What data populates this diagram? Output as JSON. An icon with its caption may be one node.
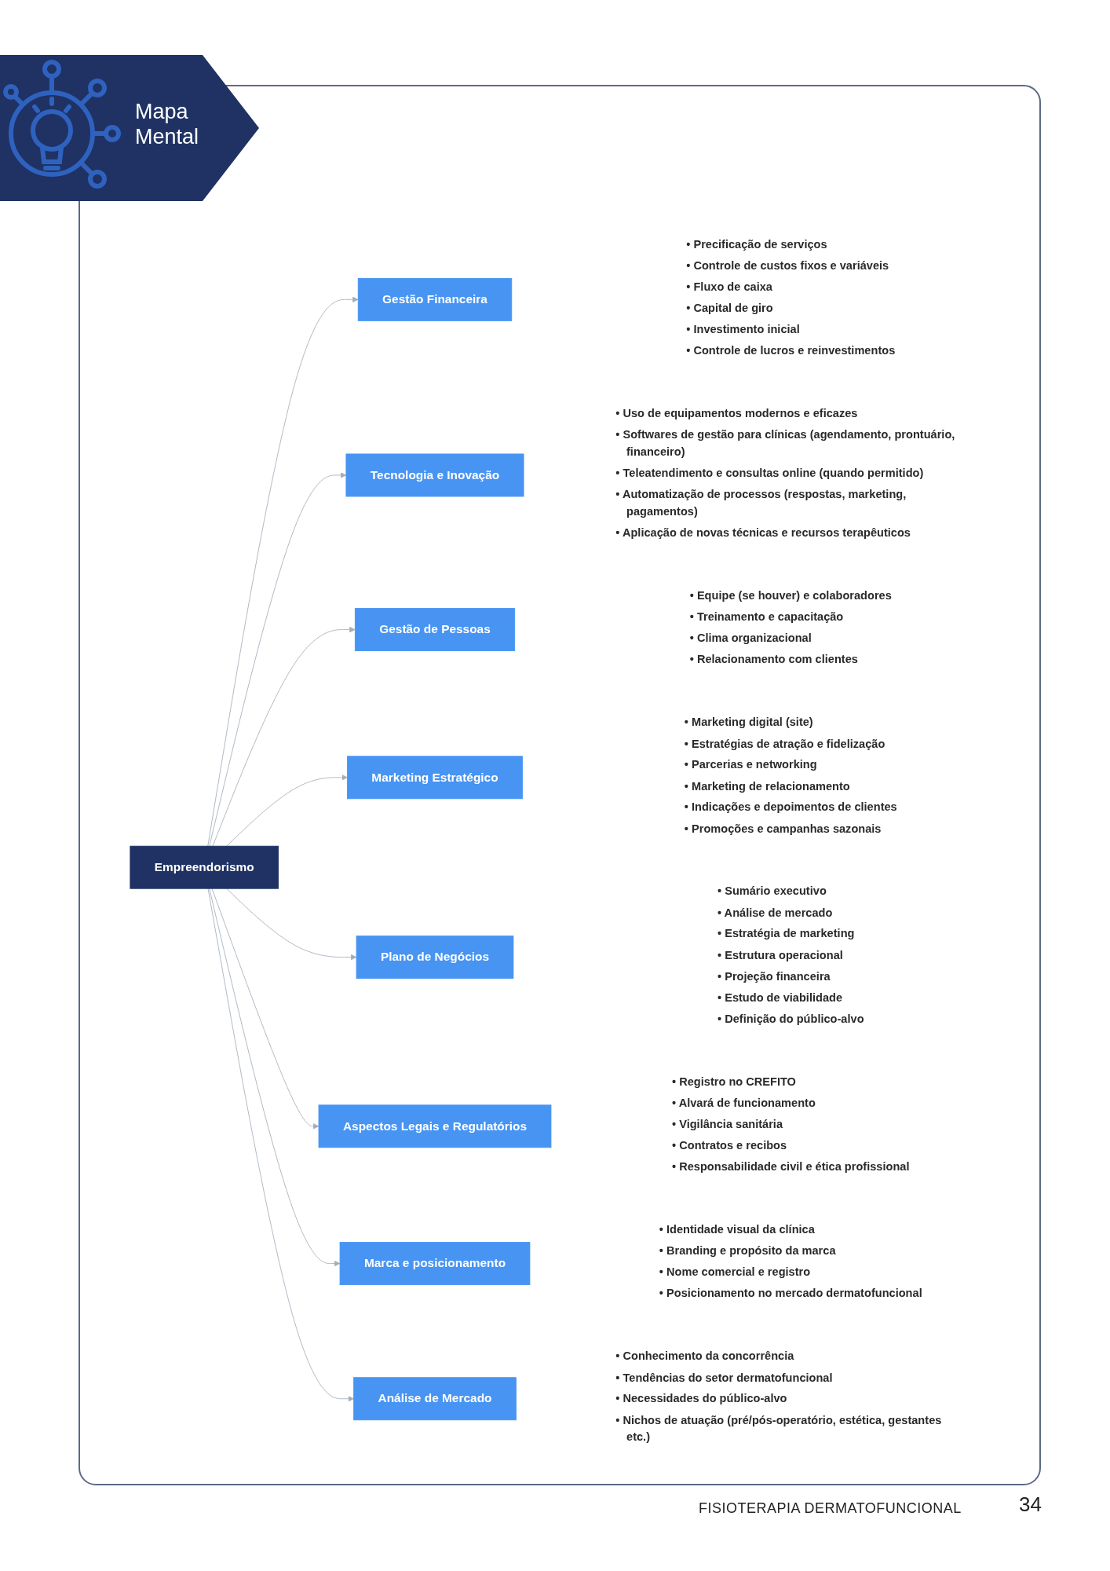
{
  "diagram": {
    "title": "Mapa Mental",
    "nodes": [
      {
        "text": [
          "Gestão Financeira"
        ],
        "beside": [
          "• Precificação de serviços",
          "• Controle de custos fixos e variáveis",
          "• Fluxo de caixa",
          "• Capital de giro",
          "• Investimento inicial",
          "• Controle de lucros e reinvestimentos"
        ]
      },
      {
        "text": [
          "Tecnologia e Inovação"
        ],
        "beside": [
          "• Uso de equipamentos modernos e eficazes",
          "• Softwares de gestão para clínicas (agendamento, prontuário, financeiro)",
          "• Teleatendimento e consultas online (quando permitido)",
          "• Automatização de processos (respostas, marketing, pagamentos)",
          "• Aplicação de novas técnicas e recursos terapêuticos"
        ]
      },
      {
        "text": [
          "Gestão de Pessoas"
        ],
        "beside": [
          "• Equipe (se houver) e colaboradores",
          "• Treinamento e capacitação",
          "• Clima organizacional",
          "• Relacionamento com clientes"
        ]
      },
      {
        "text": [
          "Marketing Estratégico"
        ],
        "beside": [
          "• Marketing digital (site)",
          "• Estratégias de atração e fidelização",
          "• Parcerias e networking",
          "• Marketing de relacionamento",
          "• Indicações e depoimentos de clientes",
          "• Promoções e campanhas sazonais"
        ]
      },
      {
        "text": [
          "Empreendorismo"
        ]
      },
      {
        "text": [
          "Plano de Negócios"
        ],
        "beside": [
          "• Sumário executivo",
          "• Análise de mercado",
          "• Estratégia de marketing",
          "• Estrutura operacional",
          "• Projeção financeira",
          "• Estudo de viabilidade",
          "• Definição do público-alvo"
        ]
      },
      {
        "text": [
          "Aspectos Legais e Regulatórios"
        ],
        "beside": [
          "• Registro no CREFITO",
          "• Alvará de funcionamento",
          "• Vigilância sanitária",
          "• Contratos e recibos",
          "• Responsabilidade civil e ética profissional"
        ]
      },
      {
        "text": [
          "Marca e posicionamento"
        ],
        "beside": [
          "• Identidade visual da clínica",
          "• Branding e propósito da marca",
          "• Nome comercial e registro",
          "• Posicionamento no mercado dermatofuncional"
        ]
      },
      {
        "text": [
          "Análise de Mercado"
        ],
        "beside": [
          "• Conhecimento da concorrência",
          "• Tendências do setor dermatofuncional",
          "• Necessidades do público-alvo",
          "• Nichos de atuação (pré/pós-operatório, estética, gestantes etc.)"
        ]
      }
    ],
    "edges": [
      {
        "from": 4,
        "to": 0,
        "arrow": "to"
      },
      {
        "from": 4,
        "to": 1,
        "arrow": "to"
      },
      {
        "from": 4,
        "to": 2,
        "arrow": "to"
      },
      {
        "from": 4,
        "to": 3,
        "arrow": "to"
      },
      {
        "from": 4,
        "to": 5,
        "arrow": "to"
      },
      {
        "from": 4,
        "to": 6,
        "arrow": "to"
      },
      {
        "from": 4,
        "to": 7,
        "arrow": "to"
      },
      {
        "from": 4,
        "to": 8,
        "arrow": "to"
      }
    ],
    "labels": [
      "FISIOTERAPIA DERMATOFUNCIONAL",
      "34"
    ]
  }
}
